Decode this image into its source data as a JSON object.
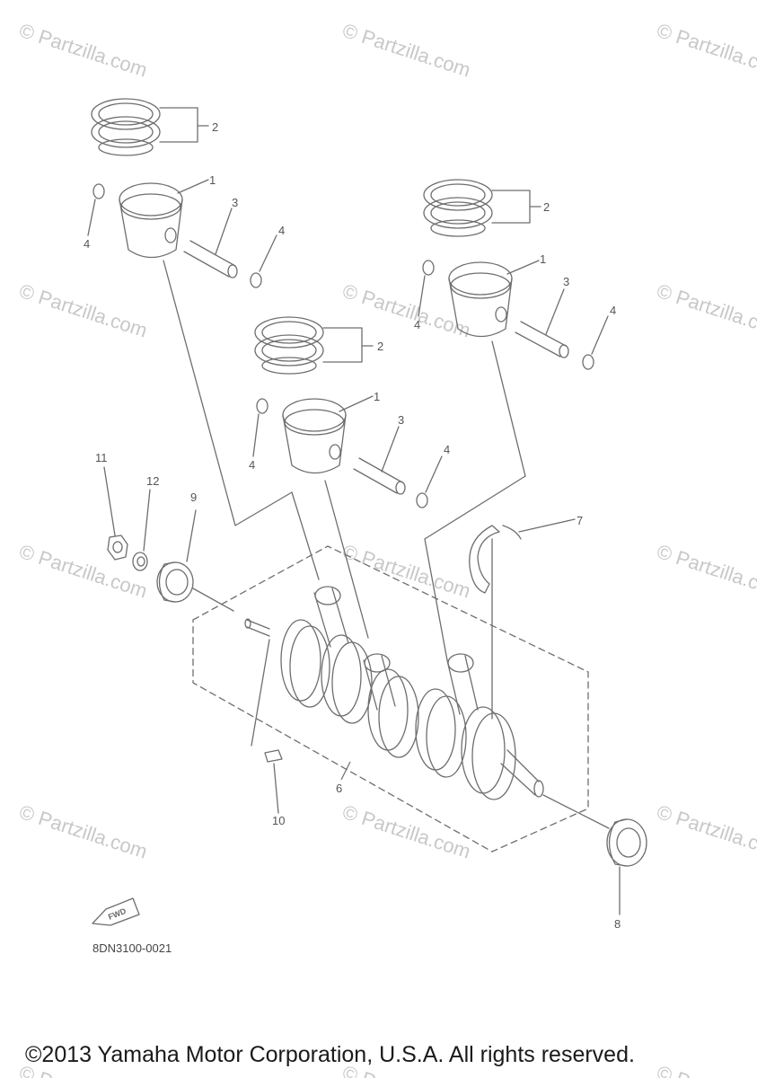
{
  "watermark": "© Partzilla.com",
  "diagram_code": "8DN3100-0021",
  "fwd_label": "FWD",
  "copyright": "©2013 Yamaha Motor Corporation, U.S.A. All rights reserved.",
  "callouts": {
    "piston": "1",
    "ring_set": "2",
    "piston_pin": "3",
    "circlip": "4",
    "crankshaft": "6",
    "thrust_bearing": "7",
    "oil_seal_rear": "8",
    "oil_seal_front": "9",
    "woodruff_key": "10",
    "nut": "11",
    "washer": "12"
  },
  "colors": {
    "line": "#6e6e6e",
    "watermark": "#c8c8c8"
  }
}
